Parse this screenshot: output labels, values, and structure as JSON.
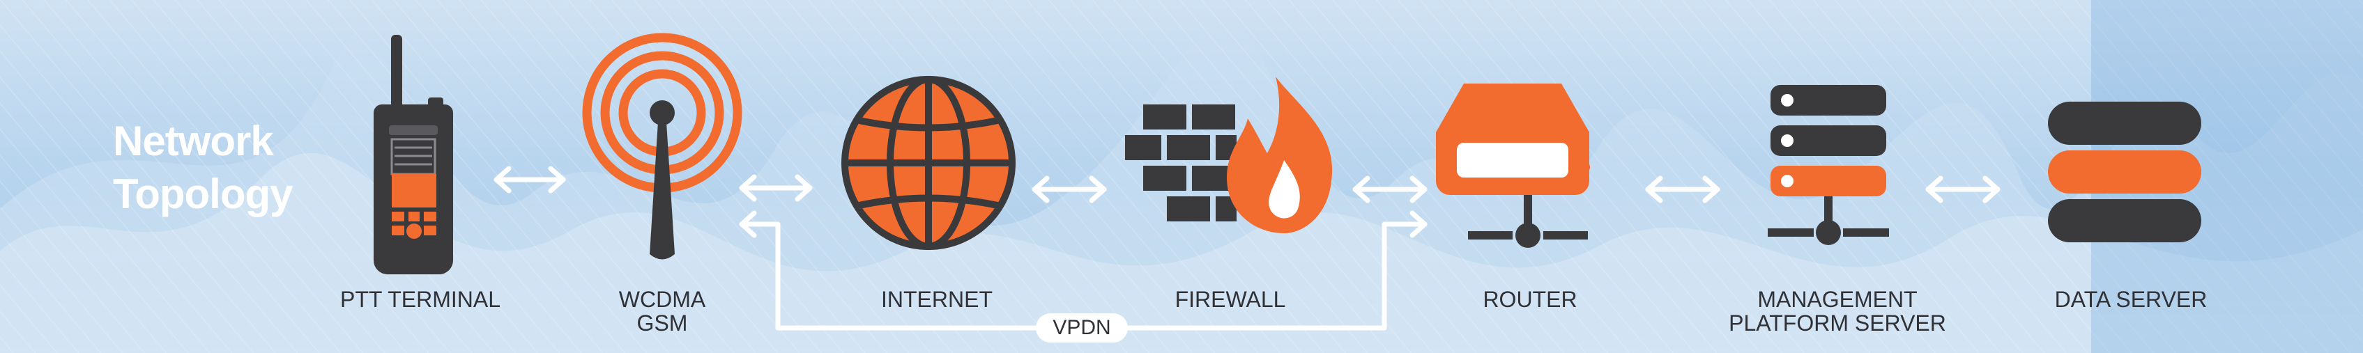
{
  "title": {
    "line1": "Network",
    "line2": "Topology"
  },
  "nodes": [
    {
      "id": "ptt-terminal",
      "label": "PTT TERMINAL",
      "icon": "walkie-talkie-icon"
    },
    {
      "id": "wcdma-gsm",
      "label_line1": "WCDMA",
      "label_line2": "GSM",
      "icon": "cell-tower-icon"
    },
    {
      "id": "internet",
      "label": "INTERNET",
      "icon": "globe-icon"
    },
    {
      "id": "firewall",
      "label": "FIREWALL",
      "icon": "firewall-icon"
    },
    {
      "id": "router",
      "label": "ROUTER",
      "icon": "router-icon"
    },
    {
      "id": "management-platform-server",
      "label_line1": "MANAGEMENT",
      "label_line2": "PLATFORM SERVER",
      "icon": "server-rack-icon"
    },
    {
      "id": "data-server",
      "label": "DATA SERVER",
      "icon": "database-icon"
    }
  ],
  "vpdn_label": "VPDN",
  "colors": {
    "accent": "#f26b2f",
    "dark": "#3a3a3d",
    "line": "#ffffff",
    "text": "#2f3136"
  }
}
